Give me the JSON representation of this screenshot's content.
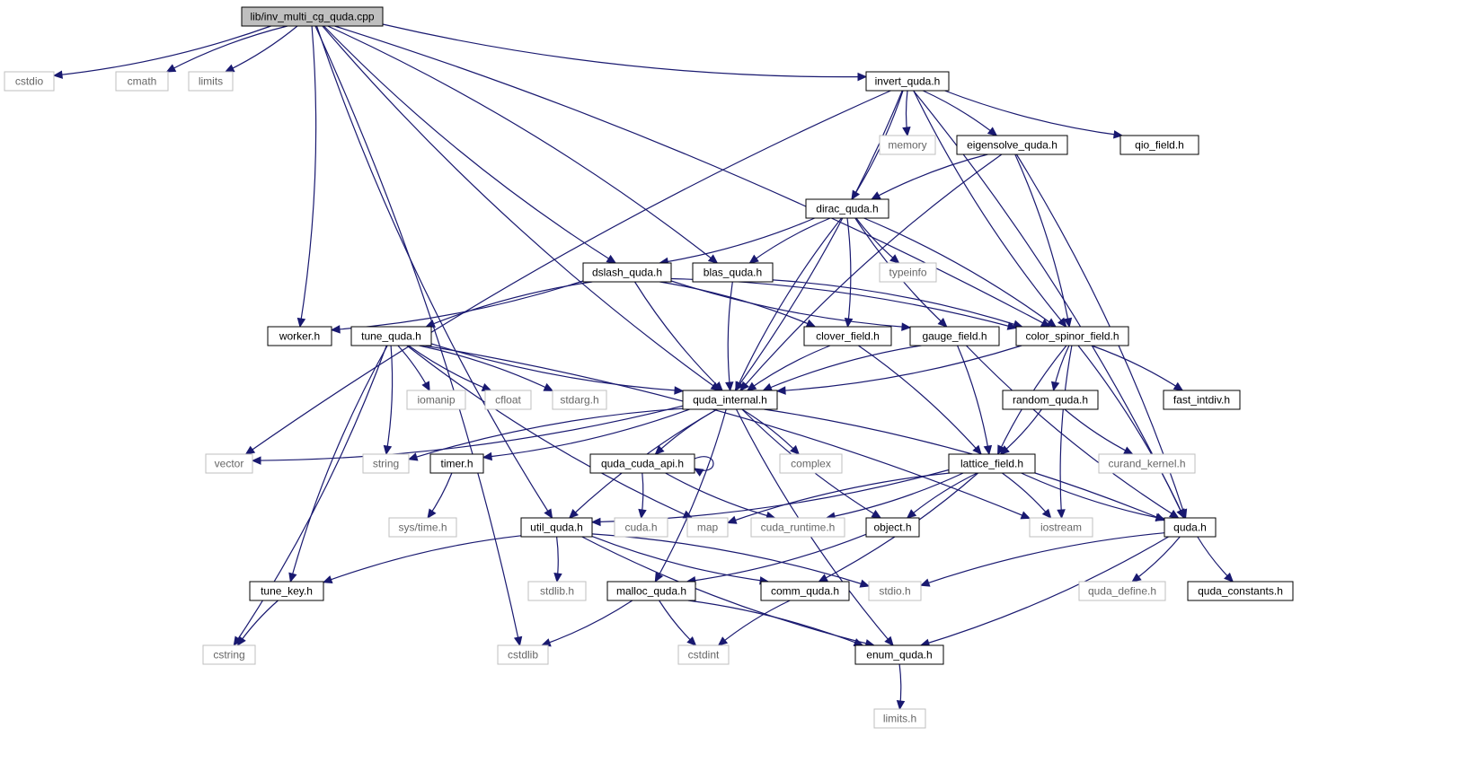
{
  "graph": {
    "root": "lib/inv_multi_cg_quda.cpp",
    "colors": {
      "edge": "#191970",
      "root_fill": "#bfbfbf",
      "internal_border": "#000000",
      "external_border": "#bfbfbf",
      "external_text": "#666666"
    },
    "nodes": [
      {
        "id": "root",
        "label": "lib/inv_multi_cg_quda.cpp",
        "kind": "root"
      },
      {
        "id": "cstdio",
        "label": "cstdio",
        "kind": "external"
      },
      {
        "id": "cmath",
        "label": "cmath",
        "kind": "external"
      },
      {
        "id": "limits",
        "label": "limits",
        "kind": "external"
      },
      {
        "id": "invert",
        "label": "invert_quda.h",
        "kind": "internal"
      },
      {
        "id": "memory",
        "label": "memory",
        "kind": "external"
      },
      {
        "id": "eigen",
        "label": "eigensolve_quda.h",
        "kind": "internal"
      },
      {
        "id": "qio",
        "label": "qio_field.h",
        "kind": "internal"
      },
      {
        "id": "dirac",
        "label": "dirac_quda.h",
        "kind": "internal"
      },
      {
        "id": "typeinfo",
        "label": "typeinfo",
        "kind": "external"
      },
      {
        "id": "dslash",
        "label": "dslash_quda.h",
        "kind": "internal"
      },
      {
        "id": "blas",
        "label": "blas_quda.h",
        "kind": "internal"
      },
      {
        "id": "worker",
        "label": "worker.h",
        "kind": "internal"
      },
      {
        "id": "tune",
        "label": "tune_quda.h",
        "kind": "internal"
      },
      {
        "id": "clover",
        "label": "clover_field.h",
        "kind": "internal"
      },
      {
        "id": "gauge",
        "label": "gauge_field.h",
        "kind": "internal"
      },
      {
        "id": "csf",
        "label": "color_spinor_field.h",
        "kind": "internal"
      },
      {
        "id": "iomanip",
        "label": "iomanip",
        "kind": "external"
      },
      {
        "id": "cfloat",
        "label": "cfloat",
        "kind": "external"
      },
      {
        "id": "stdarg",
        "label": "stdarg.h",
        "kind": "external"
      },
      {
        "id": "qint",
        "label": "quda_internal.h",
        "kind": "internal"
      },
      {
        "id": "random",
        "label": "random_quda.h",
        "kind": "internal"
      },
      {
        "id": "fastdiv",
        "label": "fast_intdiv.h",
        "kind": "internal"
      },
      {
        "id": "vector",
        "label": "vector",
        "kind": "external"
      },
      {
        "id": "string",
        "label": "string",
        "kind": "external"
      },
      {
        "id": "timer",
        "label": "timer.h",
        "kind": "internal"
      },
      {
        "id": "cudaapi",
        "label": "quda_cuda_api.h",
        "kind": "internal"
      },
      {
        "id": "complex",
        "label": "complex",
        "kind": "external"
      },
      {
        "id": "lattice",
        "label": "lattice_field.h",
        "kind": "internal"
      },
      {
        "id": "curand",
        "label": "curand_kernel.h",
        "kind": "external"
      },
      {
        "id": "systime",
        "label": "sys/time.h",
        "kind": "external"
      },
      {
        "id": "util",
        "label": "util_quda.h",
        "kind": "internal"
      },
      {
        "id": "cudah",
        "label": "cuda.h",
        "kind": "external"
      },
      {
        "id": "map",
        "label": "map",
        "kind": "external"
      },
      {
        "id": "cudart",
        "label": "cuda_runtime.h",
        "kind": "external"
      },
      {
        "id": "object",
        "label": "object.h",
        "kind": "internal"
      },
      {
        "id": "iostream",
        "label": "iostream",
        "kind": "external"
      },
      {
        "id": "quda",
        "label": "quda.h",
        "kind": "internal"
      },
      {
        "id": "tunekey",
        "label": "tune_key.h",
        "kind": "internal"
      },
      {
        "id": "stdlib",
        "label": "stdlib.h",
        "kind": "external"
      },
      {
        "id": "malloc",
        "label": "malloc_quda.h",
        "kind": "internal"
      },
      {
        "id": "comm",
        "label": "comm_quda.h",
        "kind": "internal"
      },
      {
        "id": "stdioh",
        "label": "stdio.h",
        "kind": "external"
      },
      {
        "id": "qdefine",
        "label": "quda_define.h",
        "kind": "external"
      },
      {
        "id": "qconst",
        "label": "quda_constants.h",
        "kind": "internal"
      },
      {
        "id": "cstring",
        "label": "cstring",
        "kind": "external"
      },
      {
        "id": "cstdlib",
        "label": "cstdlib",
        "kind": "external"
      },
      {
        "id": "cstdint",
        "label": "cstdint",
        "kind": "external"
      },
      {
        "id": "enum",
        "label": "enum_quda.h",
        "kind": "internal"
      },
      {
        "id": "limitsh",
        "label": "limits.h",
        "kind": "external"
      }
    ],
    "edges": [
      [
        "root",
        "cstdio"
      ],
      [
        "root",
        "cmath"
      ],
      [
        "root",
        "limits"
      ],
      [
        "root",
        "invert"
      ],
      [
        "root",
        "worker"
      ],
      [
        "root",
        "dslash"
      ],
      [
        "root",
        "blas"
      ],
      [
        "root",
        "qint"
      ],
      [
        "root",
        "csf"
      ],
      [
        "root",
        "util"
      ],
      [
        "root",
        "cstdlib"
      ],
      [
        "invert",
        "memory"
      ],
      [
        "invert",
        "eigen"
      ],
      [
        "invert",
        "qio"
      ],
      [
        "invert",
        "dirac"
      ],
      [
        "invert",
        "csf"
      ],
      [
        "invert",
        "qint"
      ],
      [
        "invert",
        "vector"
      ],
      [
        "invert",
        "quda"
      ],
      [
        "eigen",
        "dirac"
      ],
      [
        "eigen",
        "csf"
      ],
      [
        "eigen",
        "qint"
      ],
      [
        "eigen",
        "quda"
      ],
      [
        "dirac",
        "typeinfo"
      ],
      [
        "dirac",
        "dslash"
      ],
      [
        "dirac",
        "blas"
      ],
      [
        "dirac",
        "clover"
      ],
      [
        "dirac",
        "gauge"
      ],
      [
        "dirac",
        "csf"
      ],
      [
        "dirac",
        "qint"
      ],
      [
        "dslash",
        "worker"
      ],
      [
        "dslash",
        "tune"
      ],
      [
        "dslash",
        "clover"
      ],
      [
        "dslash",
        "gauge"
      ],
      [
        "dslash",
        "csf"
      ],
      [
        "dslash",
        "qint"
      ],
      [
        "blas",
        "csf"
      ],
      [
        "blas",
        "qint"
      ],
      [
        "tune",
        "iomanip"
      ],
      [
        "tune",
        "cfloat"
      ],
      [
        "tune",
        "stdarg"
      ],
      [
        "tune",
        "qint"
      ],
      [
        "tune",
        "string"
      ],
      [
        "tune",
        "tunekey"
      ],
      [
        "tune",
        "cstring"
      ],
      [
        "tune",
        "map"
      ],
      [
        "tune",
        "iostream"
      ],
      [
        "clover",
        "qint"
      ],
      [
        "clover",
        "lattice"
      ],
      [
        "gauge",
        "qint"
      ],
      [
        "gauge",
        "lattice"
      ],
      [
        "gauge",
        "quda"
      ],
      [
        "csf",
        "qint"
      ],
      [
        "csf",
        "random"
      ],
      [
        "csf",
        "fastdiv"
      ],
      [
        "csf",
        "lattice"
      ],
      [
        "csf",
        "quda"
      ],
      [
        "csf",
        "iostream"
      ],
      [
        "random",
        "lattice"
      ],
      [
        "random",
        "curand"
      ],
      [
        "qint",
        "vector"
      ],
      [
        "qint",
        "string"
      ],
      [
        "qint",
        "timer"
      ],
      [
        "qint",
        "cudaapi"
      ],
      [
        "qint",
        "complex"
      ],
      [
        "qint",
        "object"
      ],
      [
        "qint",
        "quda"
      ],
      [
        "qint",
        "util"
      ],
      [
        "qint",
        "malloc"
      ],
      [
        "qint",
        "enum"
      ],
      [
        "timer",
        "systime"
      ],
      [
        "cudaapi",
        "cudaapi"
      ],
      [
        "cudaapi",
        "cudah"
      ],
      [
        "cudaapi",
        "cudart"
      ],
      [
        "lattice",
        "util"
      ],
      [
        "lattice",
        "map"
      ],
      [
        "lattice",
        "cudart"
      ],
      [
        "lattice",
        "object"
      ],
      [
        "lattice",
        "iostream"
      ],
      [
        "lattice",
        "quda"
      ],
      [
        "lattice",
        "comm"
      ],
      [
        "util",
        "tunekey"
      ],
      [
        "util",
        "stdlib"
      ],
      [
        "util",
        "comm"
      ],
      [
        "util",
        "stdioh"
      ],
      [
        "util",
        "enum"
      ],
      [
        "object",
        "malloc"
      ],
      [
        "quda",
        "stdioh"
      ],
      [
        "quda",
        "qdefine"
      ],
      [
        "quda",
        "qconst"
      ],
      [
        "quda",
        "enum"
      ],
      [
        "tunekey",
        "cstring"
      ],
      [
        "malloc",
        "cstdlib"
      ],
      [
        "malloc",
        "cstdint"
      ],
      [
        "malloc",
        "enum"
      ],
      [
        "comm",
        "cstdint"
      ],
      [
        "enum",
        "limitsh"
      ]
    ]
  }
}
